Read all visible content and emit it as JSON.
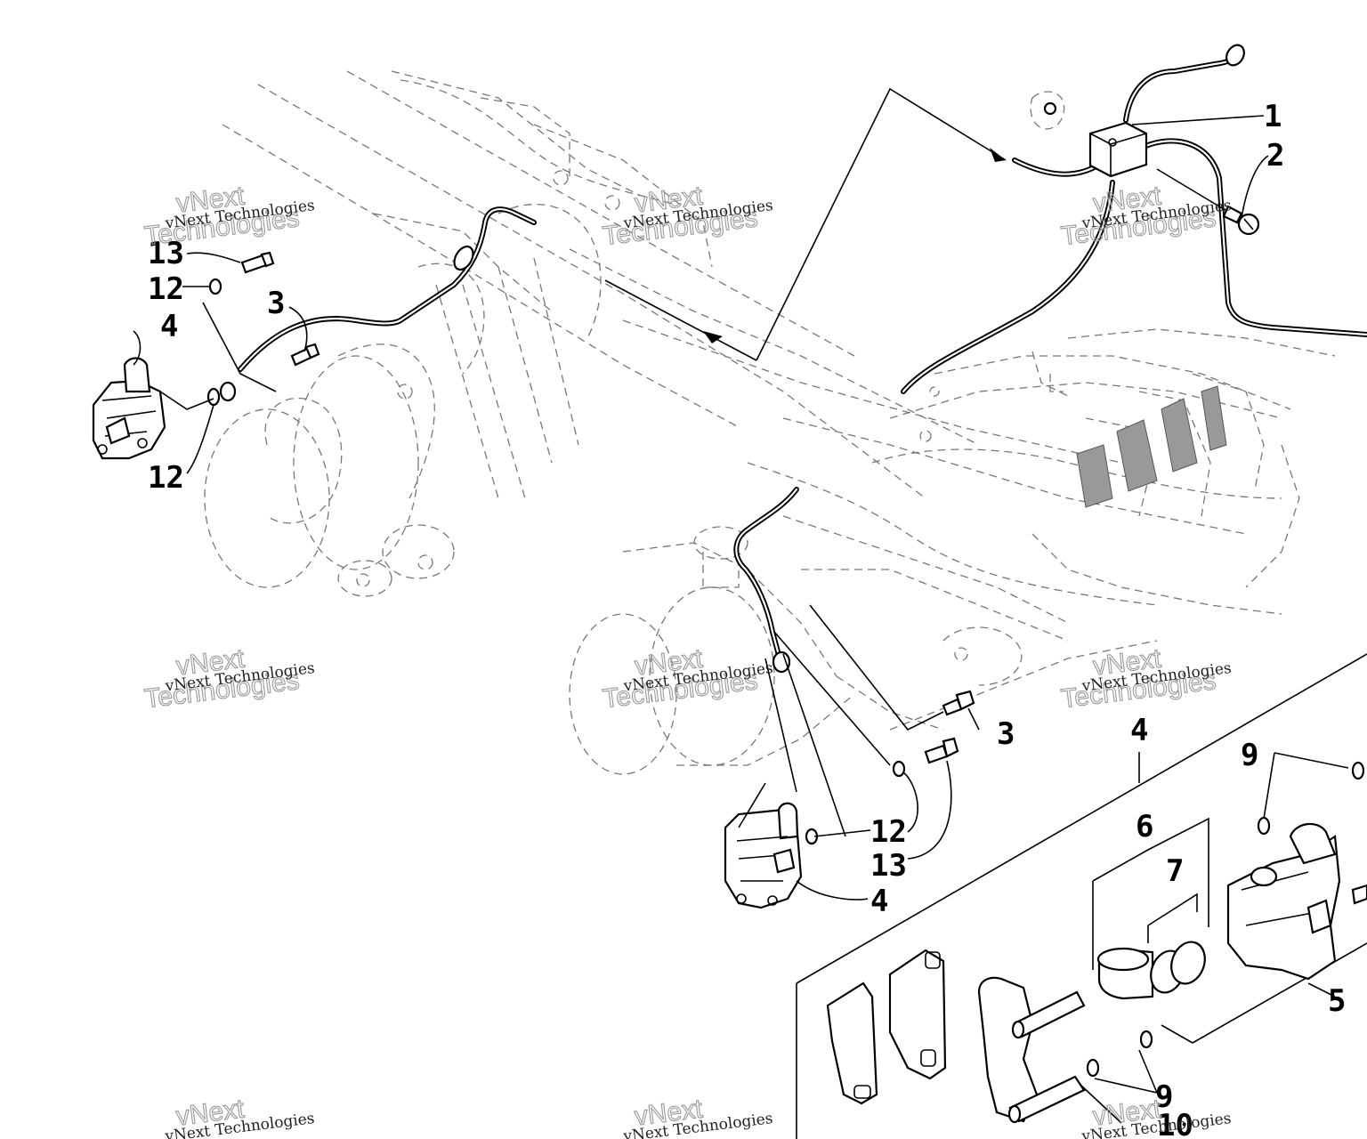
{
  "callouts": [
    {
      "id": "c1",
      "label": "1"
    },
    {
      "id": "c2",
      "label": "2"
    },
    {
      "id": "c3a",
      "label": "3"
    },
    {
      "id": "c3b",
      "label": "3"
    },
    {
      "id": "c4a",
      "label": "4"
    },
    {
      "id": "c4b",
      "label": "4"
    },
    {
      "id": "c4c",
      "label": "4"
    },
    {
      "id": "c5",
      "label": "5"
    },
    {
      "id": "c6",
      "label": "6"
    },
    {
      "id": "c7",
      "label": "7"
    },
    {
      "id": "c9a",
      "label": "9"
    },
    {
      "id": "c9b",
      "label": "9"
    },
    {
      "id": "c10",
      "label": "10"
    },
    {
      "id": "c12a",
      "label": "12"
    },
    {
      "id": "c12b",
      "label": "12"
    },
    {
      "id": "c12c",
      "label": "12"
    },
    {
      "id": "c13a",
      "label": "13"
    },
    {
      "id": "c13b",
      "label": "13"
    }
  ],
  "watermark": {
    "line1": "vNext Technologies",
    "ghost1": "vNext",
    "ghost2": "Technologies"
  }
}
